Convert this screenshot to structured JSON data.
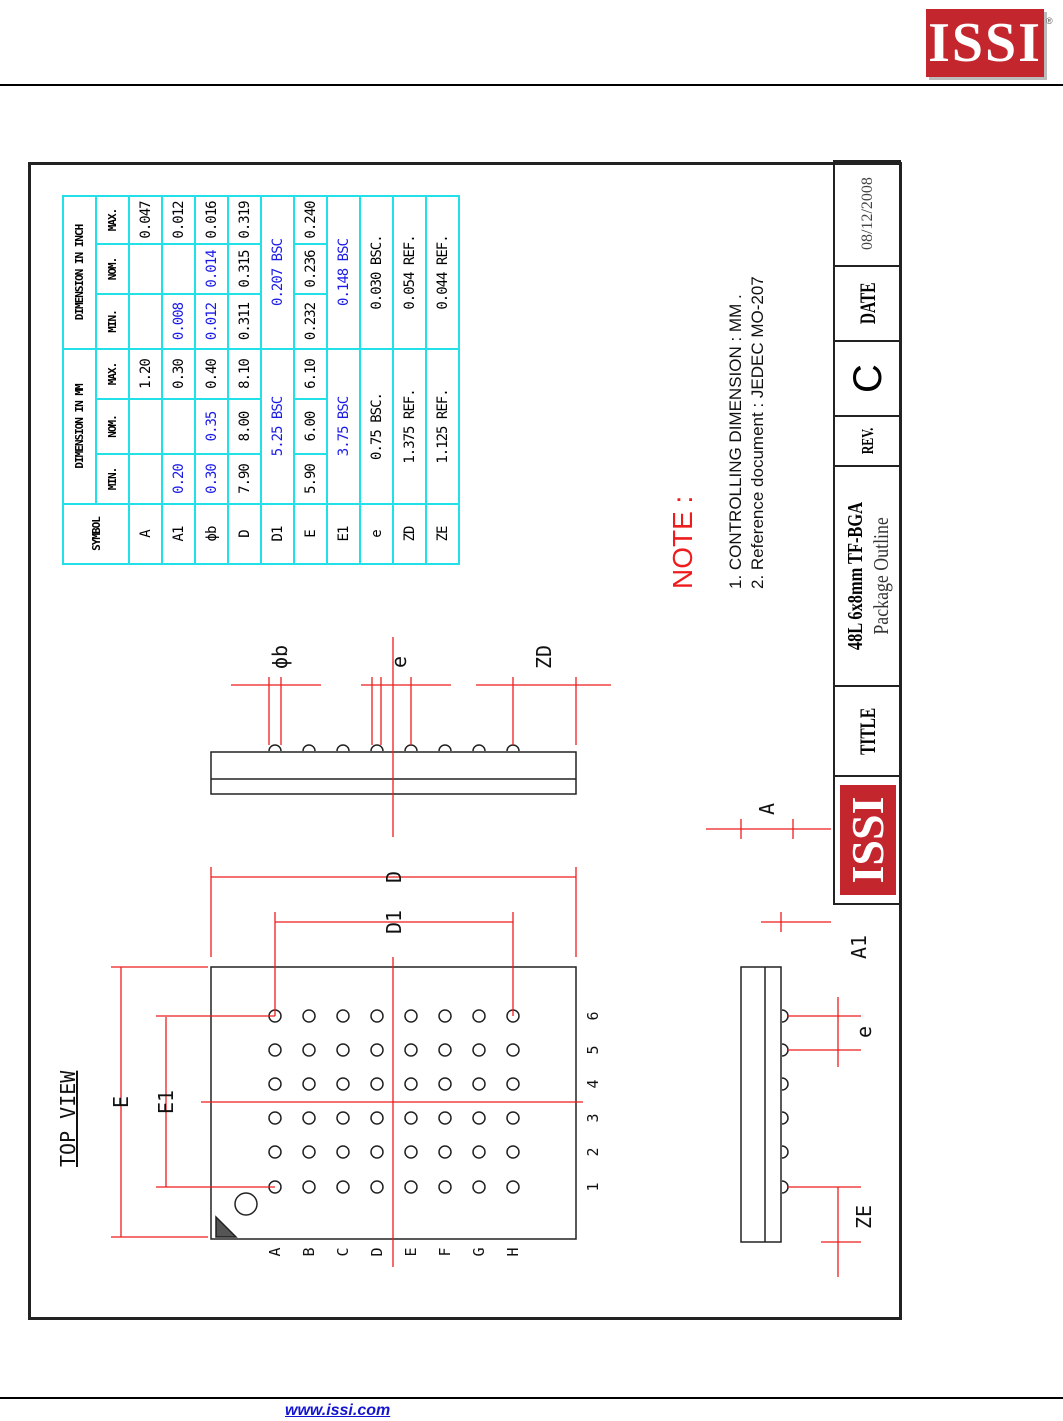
{
  "header": {
    "logo_text": "ISSI",
    "registered": "®"
  },
  "footer": {
    "url": "www.issi.com"
  },
  "drawing": {
    "top_view_label": "TOP VIEW",
    "row_letters": [
      "A",
      "B",
      "C",
      "D",
      "E",
      "F",
      "G",
      "H"
    ],
    "col_numbers": [
      "1",
      "2",
      "3",
      "4",
      "5",
      "6"
    ],
    "dims": {
      "E": "E",
      "E1": "E1",
      "D": "D",
      "D1": "D1",
      "phib": "ϕb",
      "e": "e",
      "ZD": "ZD",
      "A": "A",
      "A1": "A1",
      "e2": "e",
      "ZE": "ZE"
    }
  },
  "table": {
    "symbol_header": "SYMBOL",
    "mm_header": "DIMENSION IN MM",
    "inch_header": "DIMENSION IN INCH",
    "sub": [
      "MIN.",
      "NOM.",
      "MAX.",
      "MIN.",
      "NOM.",
      "MAX."
    ],
    "rows": [
      {
        "sym": "A",
        "mm": [
          "",
          "",
          "1.20"
        ],
        "in": [
          "",
          "",
          "0.047"
        ]
      },
      {
        "sym": "A1",
        "mm": [
          "0.20",
          "",
          "0.30"
        ],
        "in": [
          "0.008",
          "",
          "0.012"
        ]
      },
      {
        "sym": "ϕb",
        "mm": [
          "0.30",
          "0.35",
          "0.40"
        ],
        "in": [
          "0.012",
          "0.014",
          "0.016"
        ]
      },
      {
        "sym": "D",
        "mm": [
          "7.90",
          "8.00",
          "8.10"
        ],
        "in": [
          "0.311",
          "0.315",
          "0.319"
        ]
      },
      {
        "sym": "D1",
        "mm_bsc": "5.25 BSC",
        "in_bsc": "0.207 BSC"
      },
      {
        "sym": "E",
        "mm": [
          "5.90",
          "6.00",
          "6.10"
        ],
        "in": [
          "0.232",
          "0.236",
          "0.240"
        ]
      },
      {
        "sym": "E1",
        "mm_bsc": "3.75 BSC",
        "in_bsc": "0.148 BSC"
      },
      {
        "sym": "e",
        "mm_bsc": "0.75 BSC.",
        "in_bsc": "0.030 BSC."
      },
      {
        "sym": "ZD",
        "mm_bsc": "1.375 REF.",
        "in_bsc": "0.054 REF."
      },
      {
        "sym": "ZE",
        "mm_bsc": "1.125 REF.",
        "in_bsc": "0.044 REF."
      }
    ]
  },
  "notes": {
    "heading": "NOTE :",
    "items": [
      "1. CONTROLLING DIMENSION : MM .",
      "2. Reference document : JEDEC MO-207"
    ]
  },
  "title_block": {
    "logo_text": "ISSI",
    "title_label": "TITLE",
    "title_line1": "48L 6x8mm TF-BGA",
    "title_line2": "Package Outline",
    "rev_label": "REV.",
    "rev": "C",
    "date_label": "DATE",
    "date": "08/12/2008"
  },
  "colors": {
    "brand": "#c4262e",
    "dimension": "#ee1c1c",
    "table_grid": "#22e0e8",
    "highlight": "#1a1ae6"
  }
}
